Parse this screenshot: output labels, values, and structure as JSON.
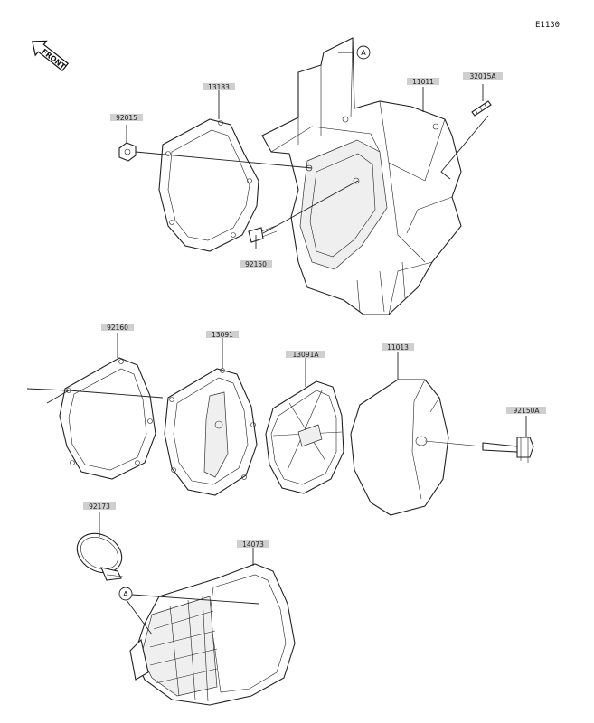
{
  "page_id": "E1130",
  "front_label": "FRONT",
  "marker": "A",
  "parts": {
    "gasket_13183": "13183",
    "nut_92015": "92015",
    "case_11011": "11011",
    "stud_32015A": "32015A",
    "bolt_92150": "92150",
    "gasket_92160": "92160",
    "holder_13091": "13091",
    "holder_13091A": "13091A",
    "element_11013": "11013",
    "bolt_92150A": "92150A",
    "clamp_92173": "92173",
    "duct_14073": "14073"
  }
}
